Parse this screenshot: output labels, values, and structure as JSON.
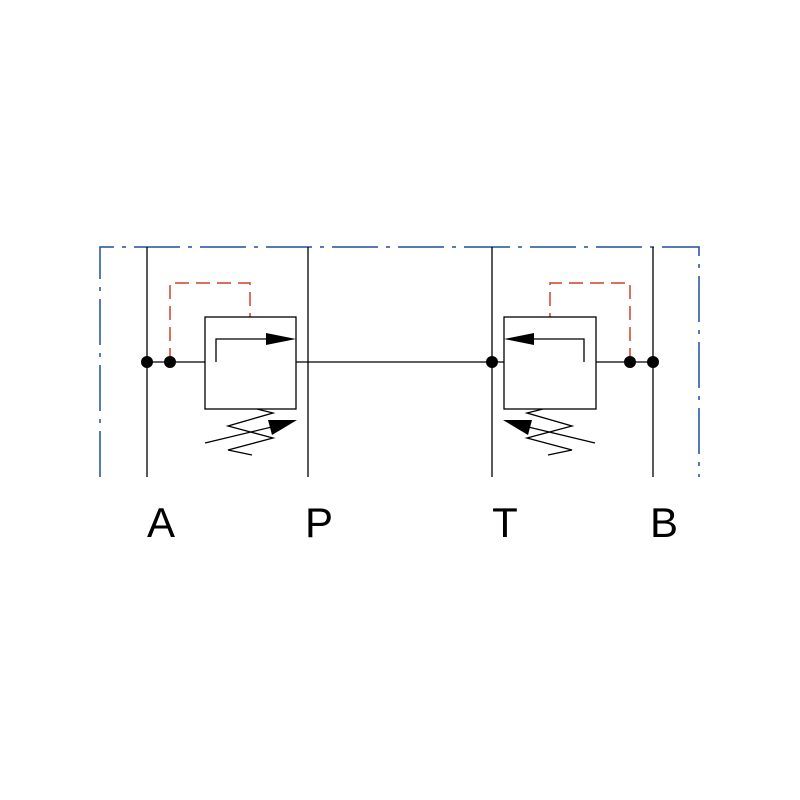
{
  "diagram": {
    "ports": [
      {
        "id": "A",
        "label": "A"
      },
      {
        "id": "P",
        "label": "P"
      },
      {
        "id": "T",
        "label": "T"
      },
      {
        "id": "B",
        "label": "B"
      }
    ],
    "colors": {
      "lines": "#000000",
      "pilot": "#d0402a",
      "enclosure": "#1f4fa0"
    }
  }
}
